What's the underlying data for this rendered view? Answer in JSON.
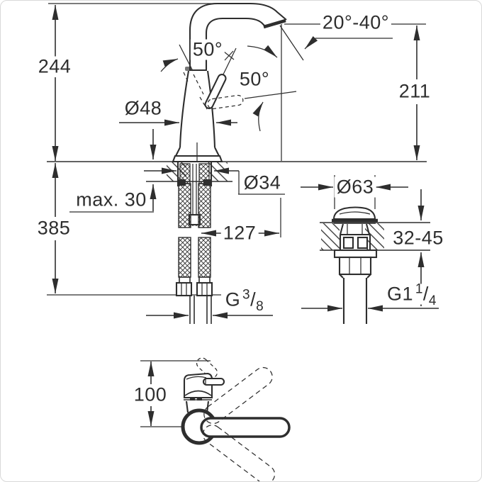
{
  "drawing": {
    "colors": {
      "line": "#2e2e2e",
      "background": "#ffffff",
      "frame": "#d8d8d8"
    },
    "labels": {
      "overall_height": "244",
      "spout_height": "211",
      "aerator_angle_range": "20°-40°",
      "handle_angle_top": "50°",
      "handle_angle_side": "50°",
      "body_diameter": "Ø48",
      "deck_hole_diameter": "Ø34",
      "max_deck_thickness": "max. 30",
      "hose_length": "385",
      "spout_projection": "127",
      "drain_flange_diameter": "Ø63",
      "drain_deck_thickness_range": "32-45",
      "top_view_offset": "100",
      "supply_thread": {
        "prefix": "G",
        "numerator": "3",
        "slash": "/",
        "denominator": "8"
      },
      "drain_thread": {
        "prefix": "G1",
        "numerator": "1",
        "slash": "/",
        "denominator": "4"
      }
    }
  }
}
